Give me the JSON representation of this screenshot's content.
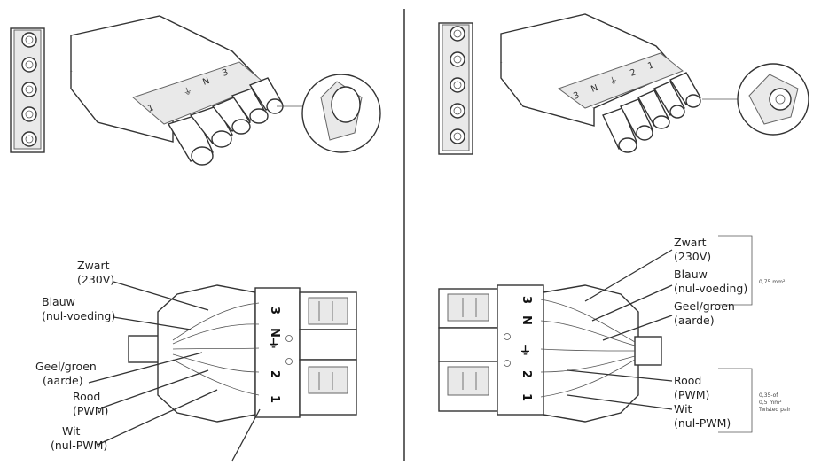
{
  "left_panel": {
    "wire_labels": [
      {
        "name": "Zwart",
        "sub": "(230V)"
      },
      {
        "name": "Blauw",
        "sub": "(nul-voeding)"
      },
      {
        "name": "Geel/groen",
        "sub": "(aarde)"
      },
      {
        "name": "Rood",
        "sub": "(PWM)"
      },
      {
        "name": "Wit",
        "sub": "(nul-PWM)"
      }
    ],
    "connector_pins": [
      "3",
      "N",
      "⏚",
      "2",
      "1"
    ],
    "iso_pins": [
      "1",
      "⏚",
      "N",
      "3"
    ]
  },
  "right_panel": {
    "wire_labels": [
      {
        "name": "Zwart",
        "sub": "(230V)"
      },
      {
        "name": "Blauw",
        "sub": "(nul-voeding)"
      },
      {
        "name": "Geel/groen",
        "sub": "(aarde)"
      },
      {
        "name": "Rood",
        "sub": "(PWM)"
      },
      {
        "name": "Wit",
        "sub": "(nul-PWM)"
      }
    ],
    "connector_pins": [
      "3",
      "N",
      "⏚",
      "2",
      "1"
    ],
    "iso_pins": [
      "3",
      "N",
      "⏚",
      "2",
      "1"
    ],
    "spec_top": "0,75 mm²",
    "spec_bottom": [
      "0,35-of",
      "0,5 mm²",
      "Twisted pair"
    ]
  }
}
